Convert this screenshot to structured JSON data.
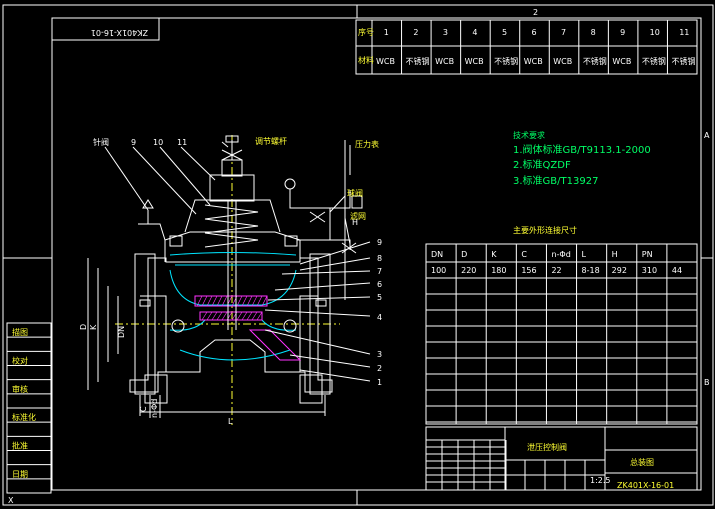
{
  "border_marks": {
    "top": "2",
    "right_a": "A",
    "right_b": "B",
    "bottom_left": "X"
  },
  "drawing_no_rotated": "ZK401X-16-01",
  "parts_table": {
    "row_labels": [
      "序号",
      "材料"
    ],
    "numbers": [
      "1",
      "2",
      "3",
      "4",
      "5",
      "6",
      "7",
      "8",
      "9",
      "10",
      "11"
    ],
    "materials": [
      "WCB",
      "不锈钢",
      "WCB",
      "WCB",
      "不锈钢",
      "WCB",
      "WCB",
      "不锈钢",
      "WCB",
      "不锈钢",
      "不锈钢"
    ]
  },
  "notes": {
    "title": "技术要求",
    "lines": [
      "1.阀体标准GB/T9113.1-2000",
      "2.标准QZDF",
      "3.标准GB/T13927"
    ]
  },
  "dims_table": {
    "title": "主要外形连接尺寸",
    "headers": [
      "DN",
      "D",
      "K",
      "C",
      "n-Φd",
      "L",
      "H",
      "PN"
    ],
    "values": [
      "100",
      "220",
      "180",
      "156",
      "22",
      "8-18",
      "292",
      "310",
      "44"
    ]
  },
  "callouts": {
    "left": [
      "针阀",
      "9",
      "10",
      "11"
    ],
    "top": "调节螺杆",
    "right": [
      "压力表",
      "球阀",
      "滤网"
    ],
    "numbers": [
      "1",
      "2",
      "3",
      "4",
      "5",
      "6",
      "7",
      "8",
      "9",
      "10",
      "11"
    ]
  },
  "dim_labels": {
    "L": "L",
    "H": "H",
    "D": "D",
    "K": "K",
    "DN": "DN",
    "C": "C",
    "n": "n-Φd"
  },
  "title_block": {
    "name": "泄压控制阀",
    "company": "总装图",
    "drawing_no": "ZK401X-16-01",
    "scale": "1:2.5"
  },
  "left_stamp_rows": [
    "描图",
    "校对",
    "审核",
    "标准化",
    "批准",
    "日期"
  ]
}
